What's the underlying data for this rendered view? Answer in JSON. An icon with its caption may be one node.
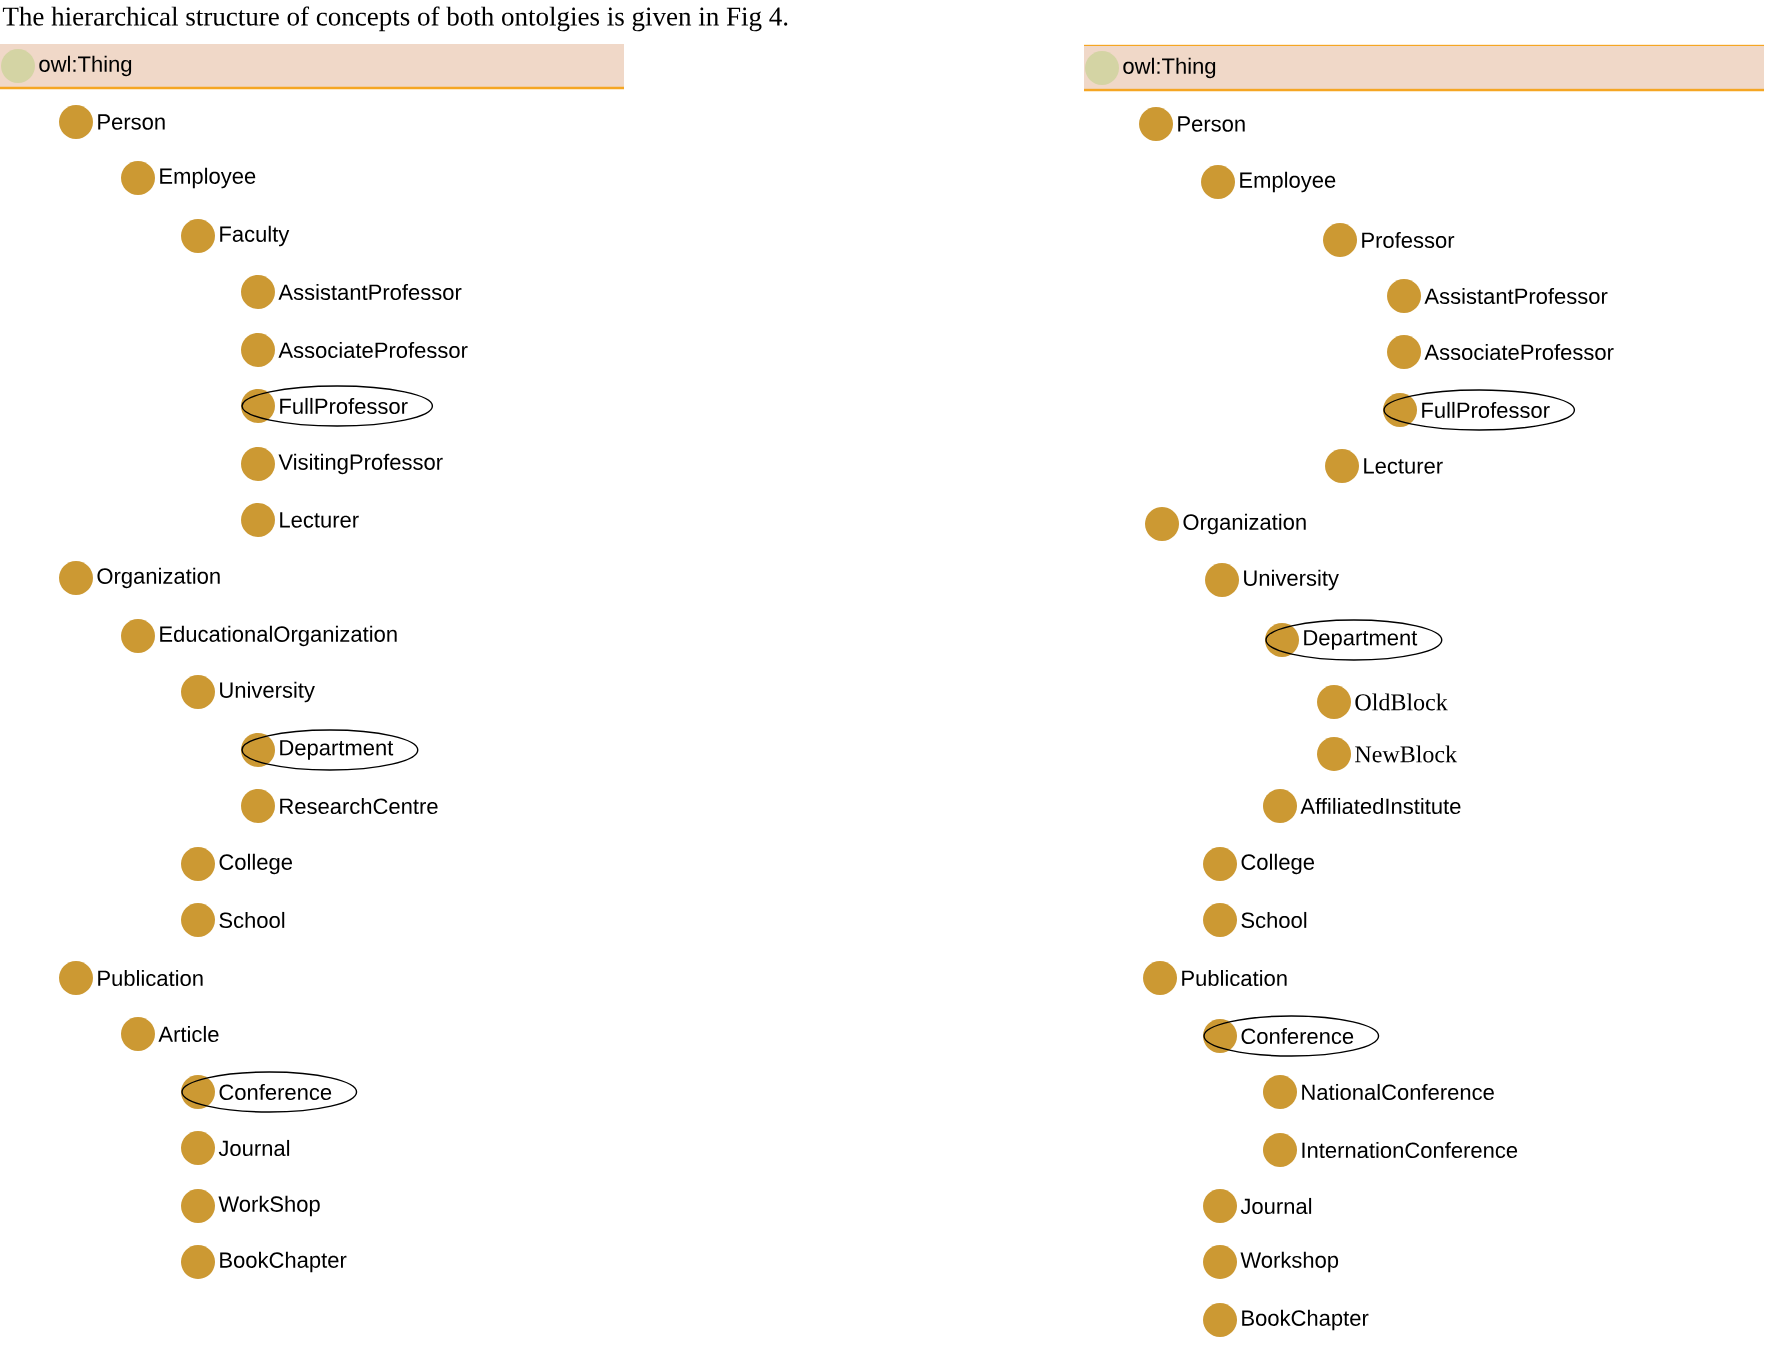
{
  "diagram": {
    "title": "The hierarchical structure of concepts of both ontolgies is given in Fig 4.",
    "nodes": [
      {
        "text": [
          "owl:Thing"
        ]
      },
      {
        "text": [
          "Person"
        ]
      },
      {
        "text": [
          "Employee"
        ]
      },
      {
        "text": [
          "Faculty"
        ]
      },
      {
        "text": [
          "AssistantProfessor"
        ]
      },
      {
        "text": [
          "AssociateProfessor"
        ]
      },
      {
        "text": [
          "FullProfessor"
        ]
      },
      {
        "text": [
          "VisitingProfessor"
        ]
      },
      {
        "text": [
          "Lecturer"
        ]
      },
      {
        "text": [
          "Organization"
        ]
      },
      {
        "text": [
          "EducationalOrganization"
        ]
      },
      {
        "text": [
          "University"
        ]
      },
      {
        "text": [
          "Department"
        ]
      },
      {
        "text": [
          "ResearchCentre"
        ]
      },
      {
        "text": [
          "College"
        ]
      },
      {
        "text": [
          "School"
        ]
      },
      {
        "text": [
          "Publication"
        ]
      },
      {
        "text": [
          "Article"
        ]
      },
      {
        "text": [
          "Conference"
        ]
      },
      {
        "text": [
          "Journal"
        ]
      },
      {
        "text": [
          "WorkShop"
        ]
      },
      {
        "text": [
          "BookChapter"
        ]
      },
      {
        "text": [
          "owl:Thing"
        ]
      },
      {
        "text": [
          "Person"
        ]
      },
      {
        "text": [
          "Employee"
        ]
      },
      {
        "text": [
          "Professor"
        ]
      },
      {
        "text": [
          "AssistantProfessor"
        ]
      },
      {
        "text": [
          "AssociateProfessor"
        ]
      },
      {
        "text": [
          "FullProfessor"
        ]
      },
      {
        "text": [
          "Lecturer"
        ]
      },
      {
        "text": [
          "Organization"
        ]
      },
      {
        "text": [
          "University"
        ]
      },
      {
        "text": [
          "Department"
        ]
      },
      {
        "text": [
          "OldBlock"
        ]
      },
      {
        "text": [
          "NewBlock"
        ]
      },
      {
        "text": [
          "AffiliatedInstitute"
        ]
      },
      {
        "text": [
          "College"
        ]
      },
      {
        "text": [
          "School"
        ]
      },
      {
        "text": [
          "Publication"
        ]
      },
      {
        "text": [
          "Conference"
        ]
      },
      {
        "text": [
          "NationalConference"
        ]
      },
      {
        "text": [
          "InternationConference"
        ]
      },
      {
        "text": [
          "Journal"
        ]
      },
      {
        "text": [
          "Workshop"
        ]
      },
      {
        "text": [
          "BookChapter"
        ]
      }
    ]
  }
}
